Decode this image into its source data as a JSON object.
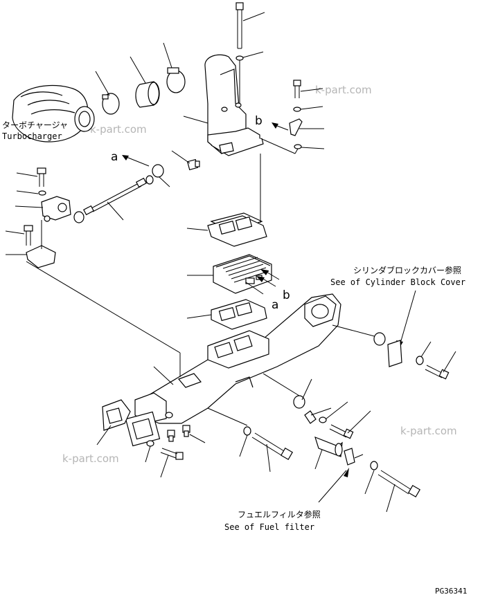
{
  "labels": {
    "turbocharger_jp": "ターボチャージャ",
    "turbocharger_en": "Turbocharger",
    "cylinder_cover_jp": "シリンダブロックカバー参照",
    "cylinder_cover_en": "See of Cylinder Block Cover",
    "fuel_filter_jp": "フュエルフィルタ参照",
    "fuel_filter_en": "See of Fuel filter",
    "ref_a_1": "a",
    "ref_a_2": "a",
    "ref_b_1": "b",
    "ref_b_2": "b",
    "drawing_number": "PG36341"
  },
  "watermarks": [
    "k-part.com",
    "k-part.com",
    "k-part.com",
    "k-part.com"
  ],
  "colors": {
    "line": "#000000",
    "watermark": "#b5b5b5",
    "background": "#ffffff"
  }
}
